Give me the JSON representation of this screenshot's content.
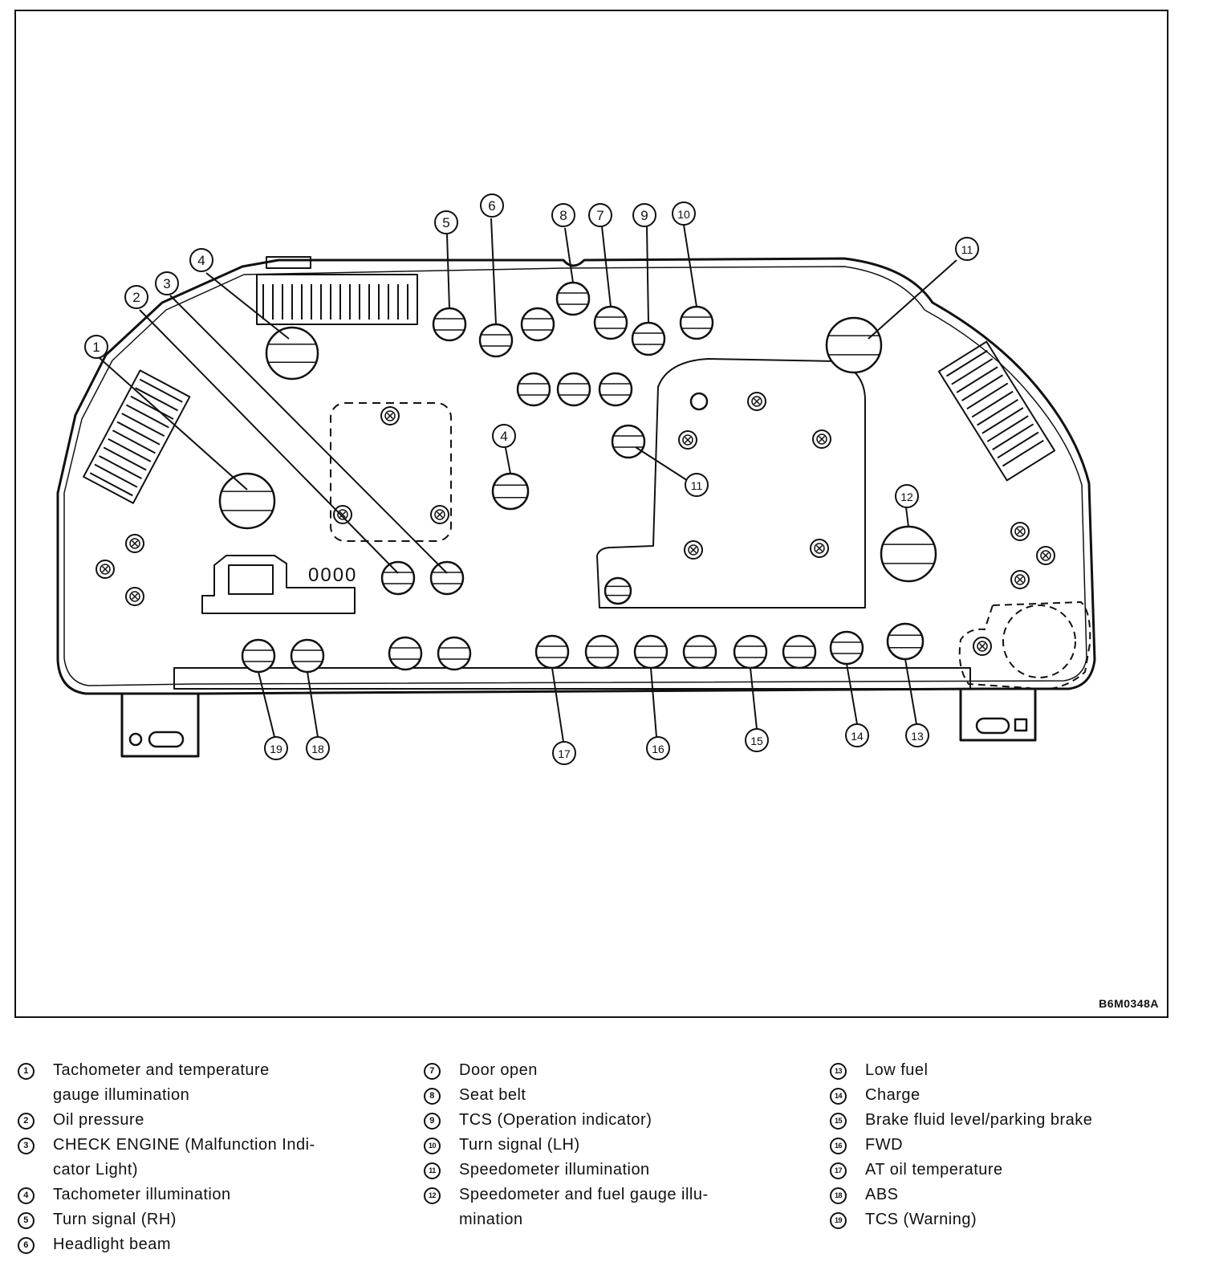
{
  "figure": {
    "code": "B6M0348A",
    "callouts": [
      "1",
      "2",
      "3",
      "4",
      "5",
      "6",
      "7",
      "8",
      "9",
      "10",
      "11",
      "12",
      "13",
      "14",
      "15",
      "16",
      "17",
      "18",
      "19"
    ],
    "connector_marking": "0000"
  },
  "legend": [
    {
      "num": "1",
      "lines": [
        "Tachometer and temperature",
        "gauge illumination"
      ]
    },
    {
      "num": "2",
      "lines": [
        "Oil pressure"
      ]
    },
    {
      "num": "3",
      "lines": [
        "CHECK ENGINE (Malfunction Indi-",
        "cator Light)"
      ]
    },
    {
      "num": "4",
      "lines": [
        "Tachometer illumination"
      ]
    },
    {
      "num": "5",
      "lines": [
        "Turn signal (RH)"
      ]
    },
    {
      "num": "6",
      "lines": [
        "Headlight beam"
      ]
    },
    {
      "num": "7",
      "lines": [
        "Door open"
      ]
    },
    {
      "num": "8",
      "lines": [
        "Seat belt"
      ]
    },
    {
      "num": "9",
      "lines": [
        "TCS (Operation indicator)"
      ]
    },
    {
      "num": "10",
      "lines": [
        "Turn signal (LH)"
      ]
    },
    {
      "num": "11",
      "lines": [
        "Speedometer illumination"
      ]
    },
    {
      "num": "12",
      "lines": [
        "Speedometer and fuel gauge illu-",
        "mination"
      ]
    },
    {
      "num": "13",
      "lines": [
        "Low fuel"
      ]
    },
    {
      "num": "14",
      "lines": [
        "Charge"
      ]
    },
    {
      "num": "15",
      "lines": [
        "Brake fluid level/parking brake"
      ]
    },
    {
      "num": "16",
      "lines": [
        "FWD"
      ]
    },
    {
      "num": "17",
      "lines": [
        "AT oil temperature"
      ]
    },
    {
      "num": "18",
      "lines": [
        "ABS"
      ]
    },
    {
      "num": "19",
      "lines": [
        "TCS (Warning)"
      ]
    }
  ]
}
